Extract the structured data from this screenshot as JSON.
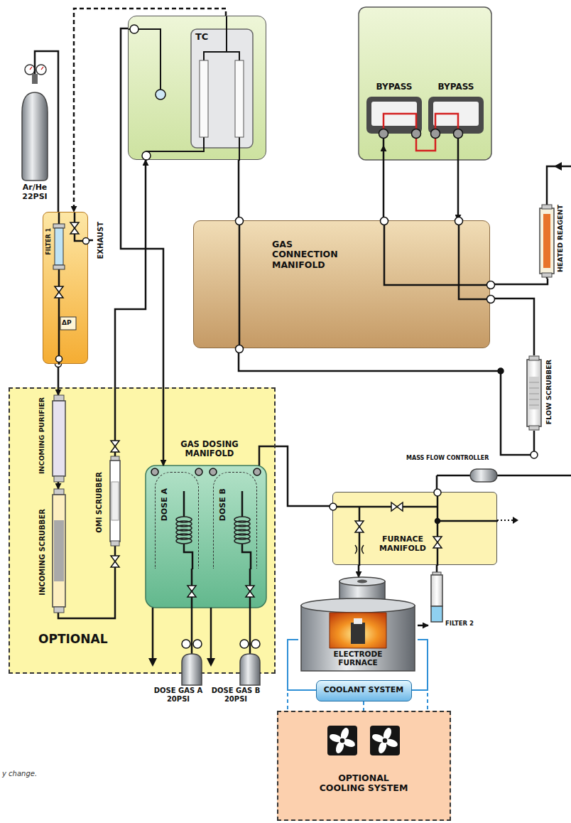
{
  "diagram": {
    "nodes": [
      {
        "text": [
          "Ar/He 22PSI"
        ]
      },
      {
        "text": [
          "FILTER 1",
          "ΔP"
        ]
      },
      {
        "text": [
          "TC"
        ]
      },
      {
        "text": [
          "BYPASS"
        ]
      },
      {
        "text": [
          "BYPASS"
        ]
      },
      {
        "text": [
          "GAS CONNECTION MANIFOLD"
        ]
      },
      {
        "text": [
          "HEATED REAGENT"
        ]
      },
      {
        "text": [
          "FLOW SCRUBBER"
        ]
      },
      {
        "text": [
          "OPTIONAL"
        ]
      },
      {
        "text": [
          "INCOMING PURIFIER"
        ],
        "in": 8
      },
      {
        "text": [
          "INCOMING SCRUBBER"
        ],
        "in": 8
      },
      {
        "text": [
          "OMI SCRUBBER"
        ],
        "in": 8
      },
      {
        "text": [
          "GAS DOSING MANIFOLD"
        ],
        "in": 8
      },
      {
        "text": [
          "DOSE A"
        ],
        "in": 12
      },
      {
        "text": [
          "DOSE B"
        ],
        "in": 12
      },
      {
        "text": [
          "DOSE GAS A 20PSI"
        ]
      },
      {
        "text": [
          "DOSE GAS B 20PSI"
        ]
      },
      {
        "text": [
          "MASS FLOW CONTROLLER"
        ]
      },
      {
        "text": [
          "FURNACE MANIFOLD"
        ]
      },
      {
        "text": [
          "FILTER 2"
        ]
      },
      {
        "text": [
          "ELECTRODE FURNACE"
        ]
      },
      {
        "text": [
          "COOLANT SYSTEM"
        ]
      },
      {
        "text": [
          "OPTIONAL COOLING SYSTEM"
        ]
      }
    ],
    "edges": [
      {
        "from": 0,
        "to": 1,
        "arrow": "none"
      },
      {
        "from": 2,
        "to": 1,
        "arrow": "to"
      },
      {
        "from": 1,
        "to": 9,
        "arrow": "to"
      },
      {
        "from": 9,
        "to": 10,
        "arrow": "to"
      },
      {
        "from": 10,
        "to": 11,
        "arrow": "none"
      },
      {
        "from": 11,
        "to": 2,
        "arrow": "to"
      },
      {
        "from": 2,
        "to": 12,
        "arrow": "to"
      },
      {
        "from": 2,
        "to": 5,
        "arrow": "none"
      },
      {
        "from": 5,
        "to": 3,
        "arrow": "to"
      },
      {
        "from": 4,
        "to": 5,
        "arrow": "to"
      },
      {
        "from": 5,
        "to": 6,
        "arrow": "none"
      },
      {
        "from": 5,
        "to": 7,
        "arrow": "none"
      },
      {
        "from": 5,
        "to": 7,
        "arrow": "none"
      },
      {
        "from": 12,
        "to": 18,
        "arrow": "none"
      },
      {
        "from": 17,
        "to": 18,
        "arrow": "none"
      },
      {
        "from": 18,
        "to": 20,
        "arrow": "to"
      },
      {
        "from": 20,
        "to": 19,
        "arrow": "to"
      },
      {
        "from": 19,
        "to": 18,
        "arrow": "none"
      },
      {
        "from": 15,
        "to": 13,
        "arrow": "none"
      },
      {
        "from": 16,
        "to": 14,
        "arrow": "none"
      },
      {
        "from": 20,
        "to": 21,
        "arrow": "none"
      },
      {
        "from": 21,
        "to": 20,
        "arrow": "none"
      },
      {
        "from": 21,
        "to": 22,
        "arrow": "none"
      }
    ],
    "labels": [
      "EXHAUST",
      "y change."
    ]
  }
}
